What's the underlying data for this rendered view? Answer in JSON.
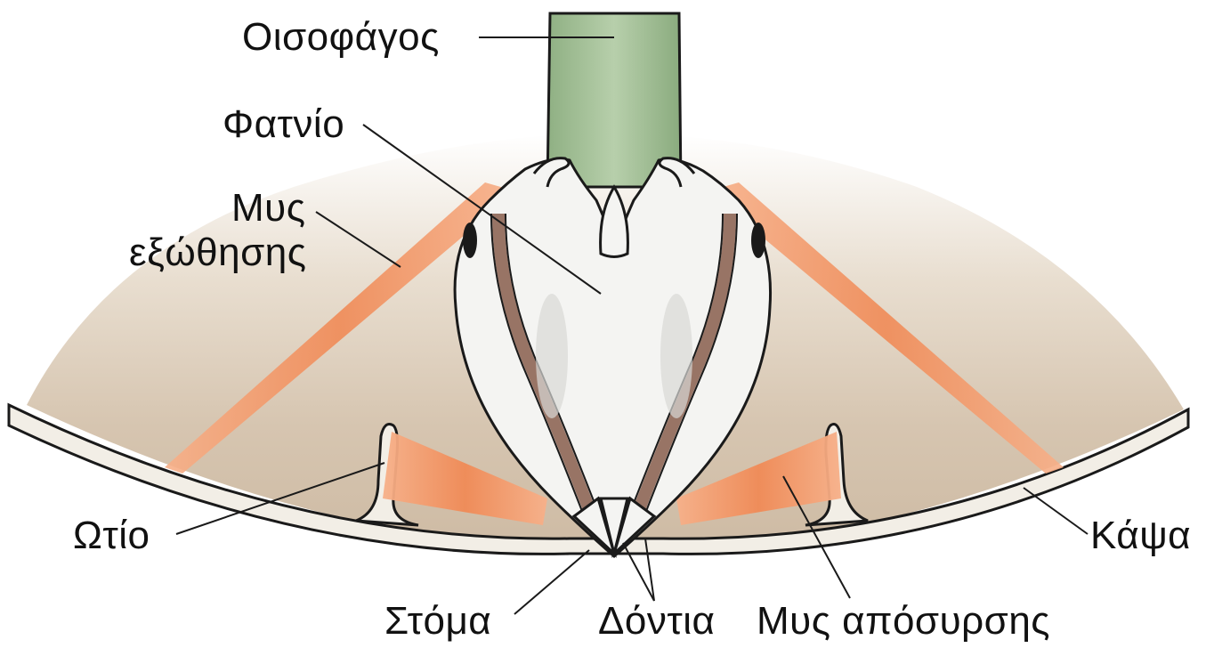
{
  "labels": {
    "oesophagus": "Οισοφάγος",
    "alveolus": "Φατνίο",
    "protractor_line1": "Μυς",
    "protractor_line2": "εξώθησης",
    "auricle": "Ωτίο",
    "capsule": "Κάψα",
    "mouth": "Στόμα",
    "teeth": "Δόντια",
    "retractor": "Μυς απόσυρσης"
  },
  "colors": {
    "oesophagus": "#a9c49c",
    "muscle": "#f2a070",
    "capsule_fill": "#d8c8b3",
    "capsule_wall": "#f0ece4",
    "jaw": "#f4f4f2",
    "outline": "#1a1a1a",
    "text": "#111111"
  }
}
